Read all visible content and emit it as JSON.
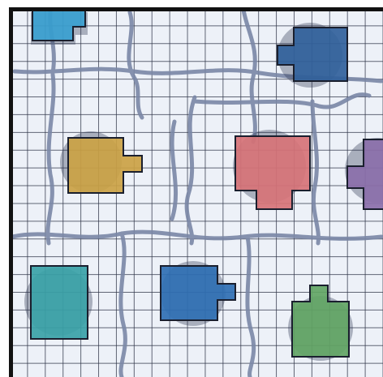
{
  "board": {
    "background": "#edf1f8",
    "grid_line_color": "#31374a",
    "channel_color": "#7a87a6",
    "frame_color": "#111111",
    "grid_columns": 21
  },
  "pieces": [
    {
      "id": "teal-top-left",
      "color": "#3a9fd0",
      "shadow": true
    },
    {
      "id": "navy-top-right",
      "color": "#31619b",
      "shadow": true
    },
    {
      "id": "gold-left",
      "color": "#cba244",
      "shadow": true
    },
    {
      "id": "pink-center",
      "color": "#d77377",
      "shadow": true
    },
    {
      "id": "purple-right",
      "color": "#8b6faa",
      "shadow": true
    },
    {
      "id": "teal-bottom-left",
      "color": "#3aa2a7",
      "shadow": true
    },
    {
      "id": "blue-bottom",
      "color": "#2f6fb3",
      "shadow": true
    },
    {
      "id": "green-bottom",
      "color": "#62a564",
      "shadow": true
    }
  ]
}
